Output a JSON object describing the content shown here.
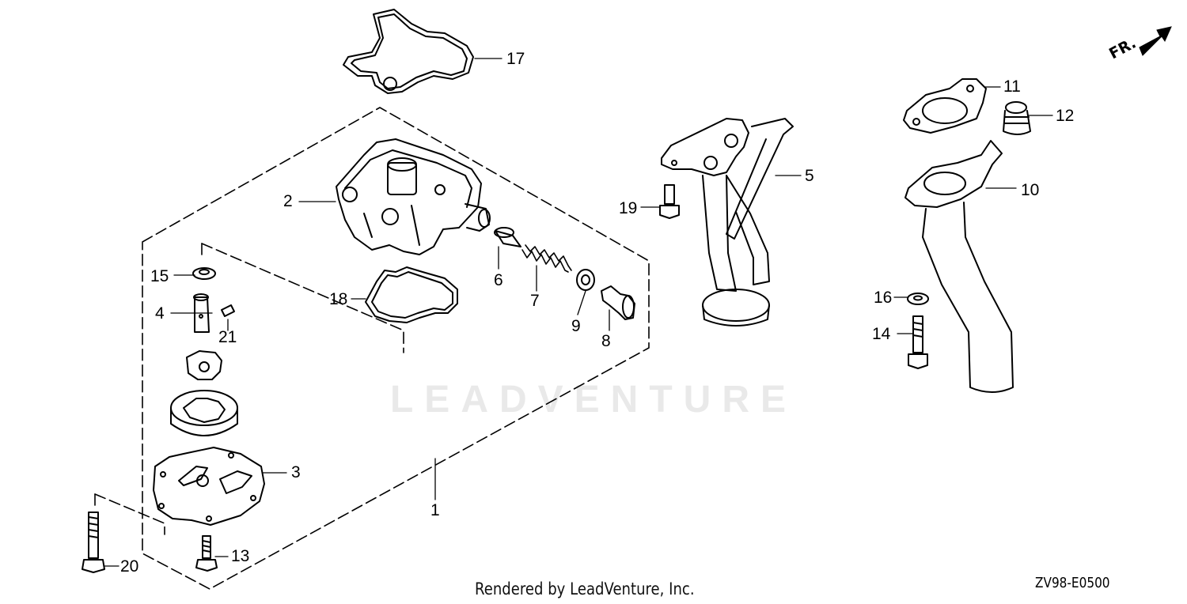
{
  "diagram": {
    "watermark": "LEADVENTURE",
    "credit": "Rendered by LeadVenture, Inc.",
    "diagram_code": "ZV98-E0500",
    "direction_label": "FR.",
    "callouts": {
      "c1": "1",
      "c2": "2",
      "c3": "3",
      "c4": "4",
      "c5": "5",
      "c6": "6",
      "c7": "7",
      "c8": "8",
      "c9": "9",
      "c10": "10",
      "c11": "11",
      "c12": "12",
      "c13": "13",
      "c14": "14",
      "c15": "15",
      "c16": "16",
      "c17": "17",
      "c18": "18",
      "c19": "19",
      "c20": "20",
      "c21": "21"
    }
  }
}
